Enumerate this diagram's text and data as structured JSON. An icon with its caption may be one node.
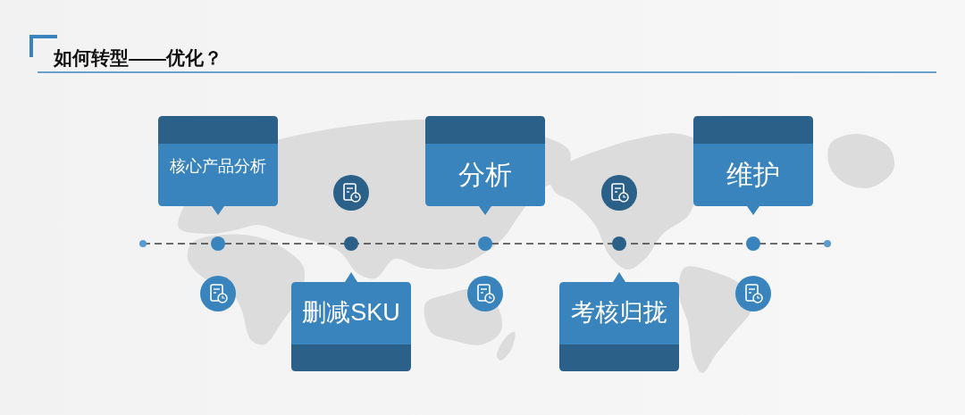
{
  "diagram": {
    "title": "如何转型——优化？",
    "nodes": [
      {
        "text": [
          "核心产品分析"
        ]
      },
      {
        "text": [
          "删减SKU"
        ]
      },
      {
        "text": [
          "分析"
        ]
      },
      {
        "text": [
          "考核归拢"
        ]
      },
      {
        "text": [
          "维护"
        ]
      }
    ]
  }
}
